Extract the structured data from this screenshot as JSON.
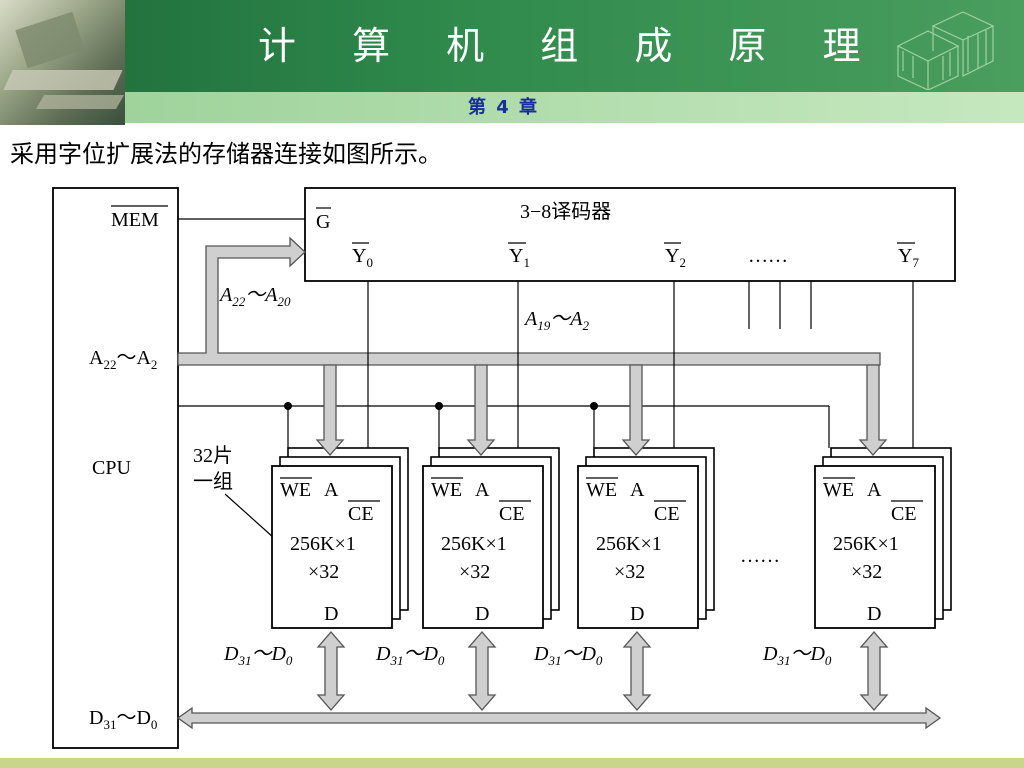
{
  "header": {
    "title": "计 算 机 组 成 原 理",
    "chapter": "第 4 章"
  },
  "caption": "采用字位扩展法的存储器连接如图所示。",
  "diagram": {
    "cpu": {
      "mem_label": "MEM",
      "addr_label_main": "A",
      "addr_label_sub1": "22",
      "addr_tilde": "～A",
      "addr_label_sub2": "2",
      "name": "CPU",
      "data_label_main": "D",
      "data_label_sub1": "31",
      "data_tilde": "～D",
      "data_label_sub2": "0"
    },
    "decoder": {
      "title": "3−8译码器",
      "g_label": "G",
      "outputs": [
        {
          "main": "Y",
          "sub": "0"
        },
        {
          "main": "Y",
          "sub": "1"
        },
        {
          "main": "Y",
          "sub": "2"
        },
        {
          "main": "Y",
          "sub": "7"
        }
      ],
      "ellipsis": "……"
    },
    "addr_high": {
      "a": "A",
      "s1": "22",
      "t": "～A",
      "s2": "20"
    },
    "addr_low": {
      "a": "A",
      "s1": "19",
      "t": "～A",
      "s2": "2"
    },
    "group_note": {
      "line1": "32片",
      "line2": "一组"
    },
    "chip": {
      "we": "WE",
      "a": "A",
      "ce": "CE",
      "cap1": "256K×1",
      "cap2": "×32",
      "d": "D"
    },
    "data_group": {
      "d": "D",
      "s1": "31",
      "t": "～D",
      "s2": "0"
    },
    "chips_ellipsis": "……"
  }
}
